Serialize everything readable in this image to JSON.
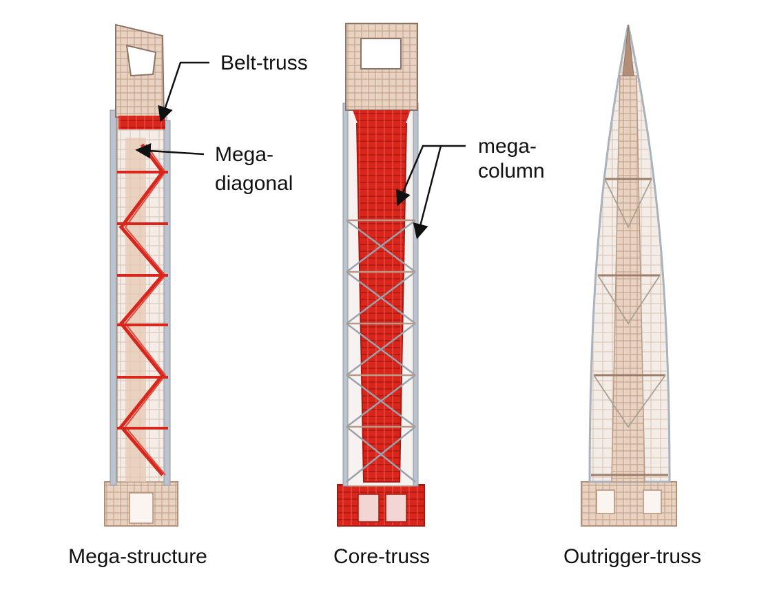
{
  "towers": [
    {
      "caption": "Mega-structure"
    },
    {
      "caption": "Core-truss"
    },
    {
      "caption": "Outrigger-truss"
    }
  ],
  "callouts": {
    "belt_truss": "Belt-truss",
    "mega_diagonal": [
      "Mega-",
      "diagonal"
    ],
    "mega_column": [
      "mega-",
      "column"
    ]
  },
  "colors": {
    "steel_highlight": "#d7261c",
    "frame_beige": "#d9b9a0",
    "frame_dark": "#8c7466",
    "column_grey": "#b9bfc8",
    "text": "#111111"
  }
}
